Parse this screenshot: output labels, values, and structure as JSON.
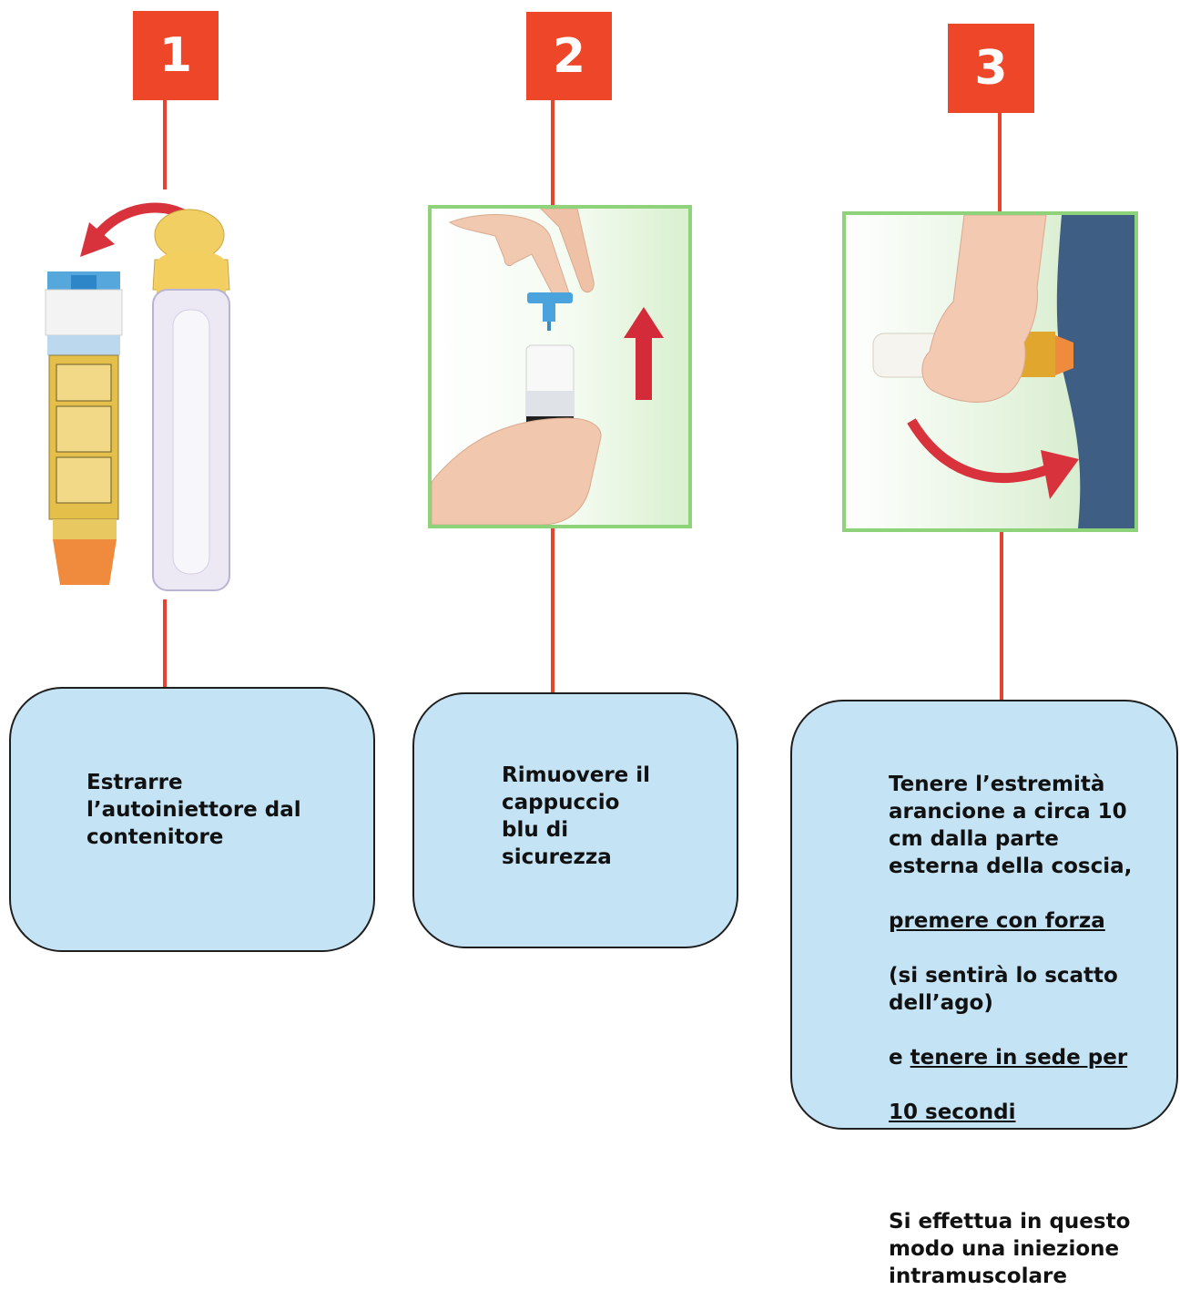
{
  "steps": [
    {
      "number": "1",
      "text": "Estrarre\nl’autoiniettore dal\ncontenitore"
    },
    {
      "number": "2",
      "text": "Rimuovere il\ncappuccio\nblu di\nsicurezza"
    },
    {
      "number": "3",
      "text_line1": "Tenere l’estremità\narancione a circa 10\ncm dalla parte\nesterna della coscia,",
      "text_underline1": "premere con forza",
      "text_line2": "(si sentirà lo scatto\ndell’ago)",
      "text_e": "e ",
      "text_underline2a": "tenere in sede per",
      "text_underline2b": "10 secondi",
      "text_line3": "Si effettua in questo\nmodo una iniezione\nintramuscolare"
    }
  ],
  "colors": {
    "badge": "#ee4629",
    "connector": "#e8432c",
    "box_fill": "#c4e3f5",
    "photo_border": "#8ed27a",
    "arrow": "#d8323c"
  },
  "icons": [
    "curved-arrow-icon",
    "up-arrow-icon",
    "curved-arrow-down-right-icon"
  ]
}
